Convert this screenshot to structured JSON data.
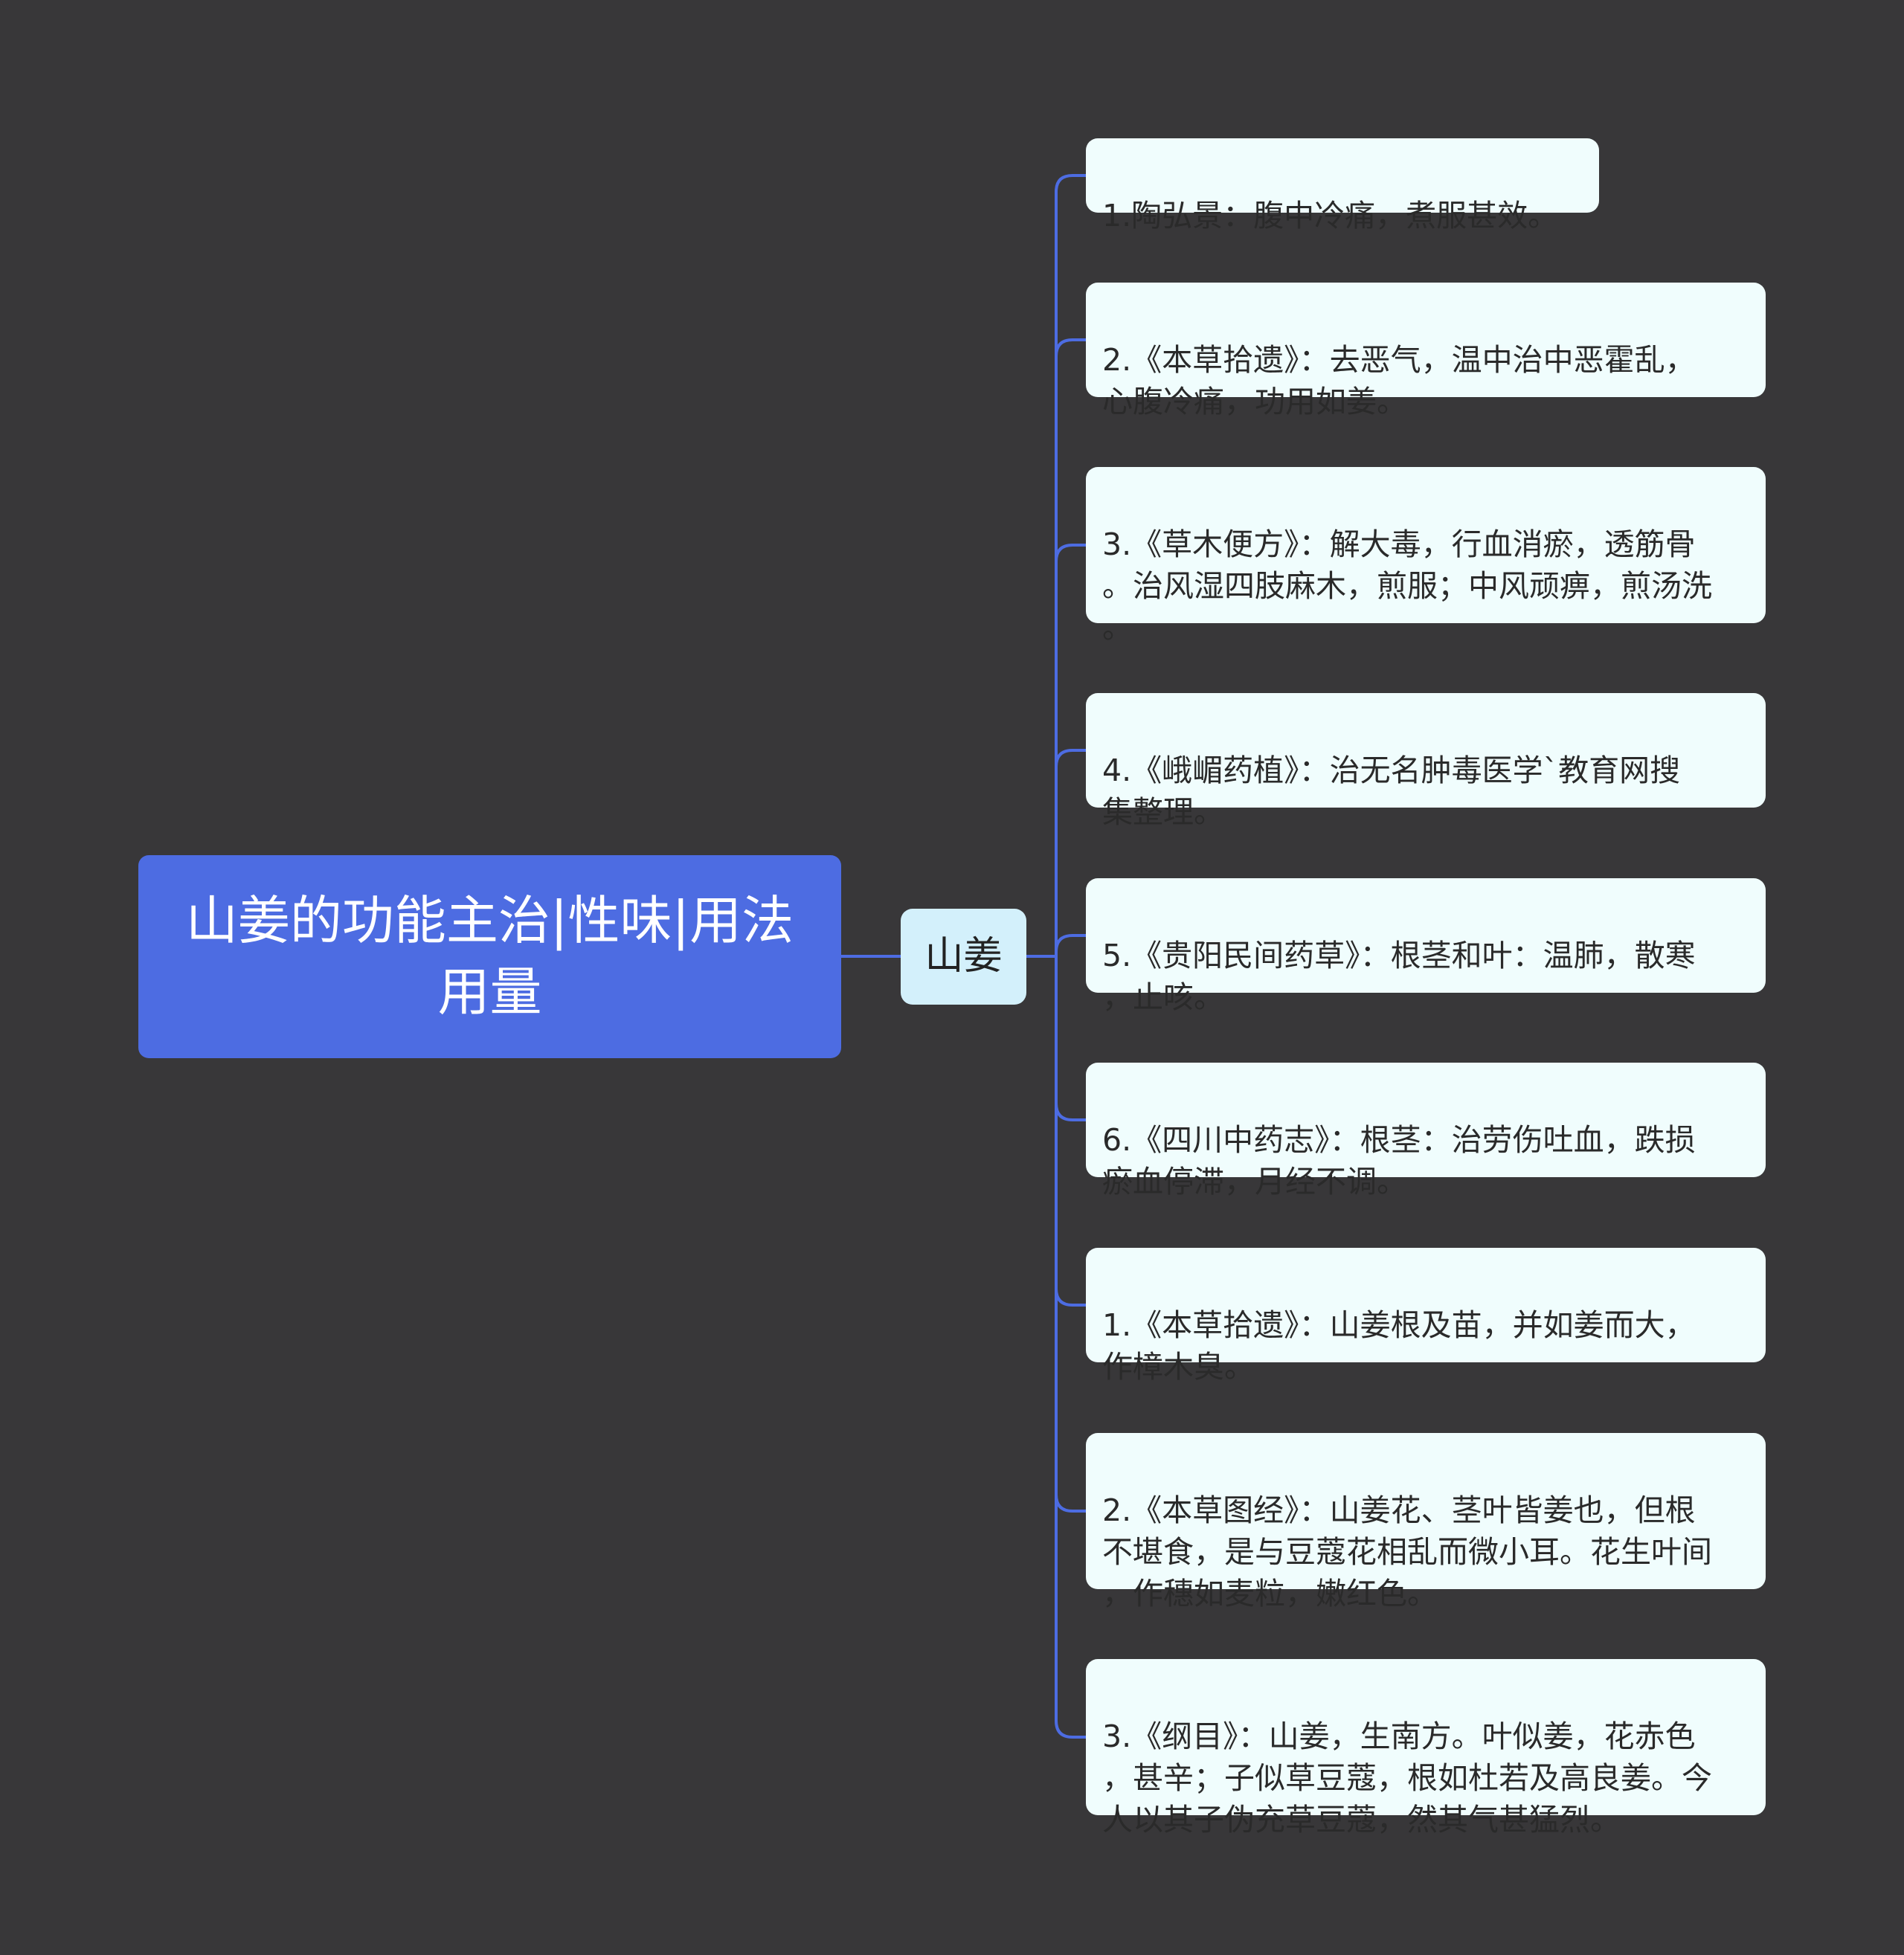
{
  "root": {
    "title": "山姜的功能主治|性味|用法用量"
  },
  "branch": {
    "label": "山姜"
  },
  "leaves": [
    {
      "text": "1.陶弘景：腹中冷痛，煮服甚效。"
    },
    {
      "text": "2.《本草拾遗》：去恶气，温中治中恶霍乱，\n心腹冷痛，功用如姜。"
    },
    {
      "text": "3.《草木便方》：解大毒，行血消瘀，透筋骨\n。治风湿四肢麻木，煎服；中风顽痹，煎汤洗\n。"
    },
    {
      "text": "4.《峨嵋药植》：治无名肿毒医学`教育网搜\n集整理。"
    },
    {
      "text": "5.《贵阳民间药草》：根茎和叶：温肺，散寒\n，止咳。"
    },
    {
      "text": "6.《四川中药志》：根茎：治劳伤吐血，跌损\n瘀血停滞，月经不调。"
    },
    {
      "text": "1.《本草拾遗》：山姜根及苗，并如姜而大，\n作樟木臭。"
    },
    {
      "text": "2.《本草图经》：山姜花、茎叶皆姜也，但根\n不堪食，是与豆蔻花相乱而微小耳。花生叶间\n，作穗如麦粒，嫩红色。"
    },
    {
      "text": "3.《纲目》：山姜，生南方。叶似姜，花赤色\n，甚辛；子似草豆蔻，根如杜若及高良姜。今\n人以其子伪充草豆蔻，然其气甚猛烈。"
    }
  ],
  "colors": {
    "background": "#383739",
    "root_fill": "#4d6ce2",
    "branch_fill": "#d3f0fb",
    "leaf_fill": "#f0fdfd",
    "connector": "#4d6ce2"
  }
}
